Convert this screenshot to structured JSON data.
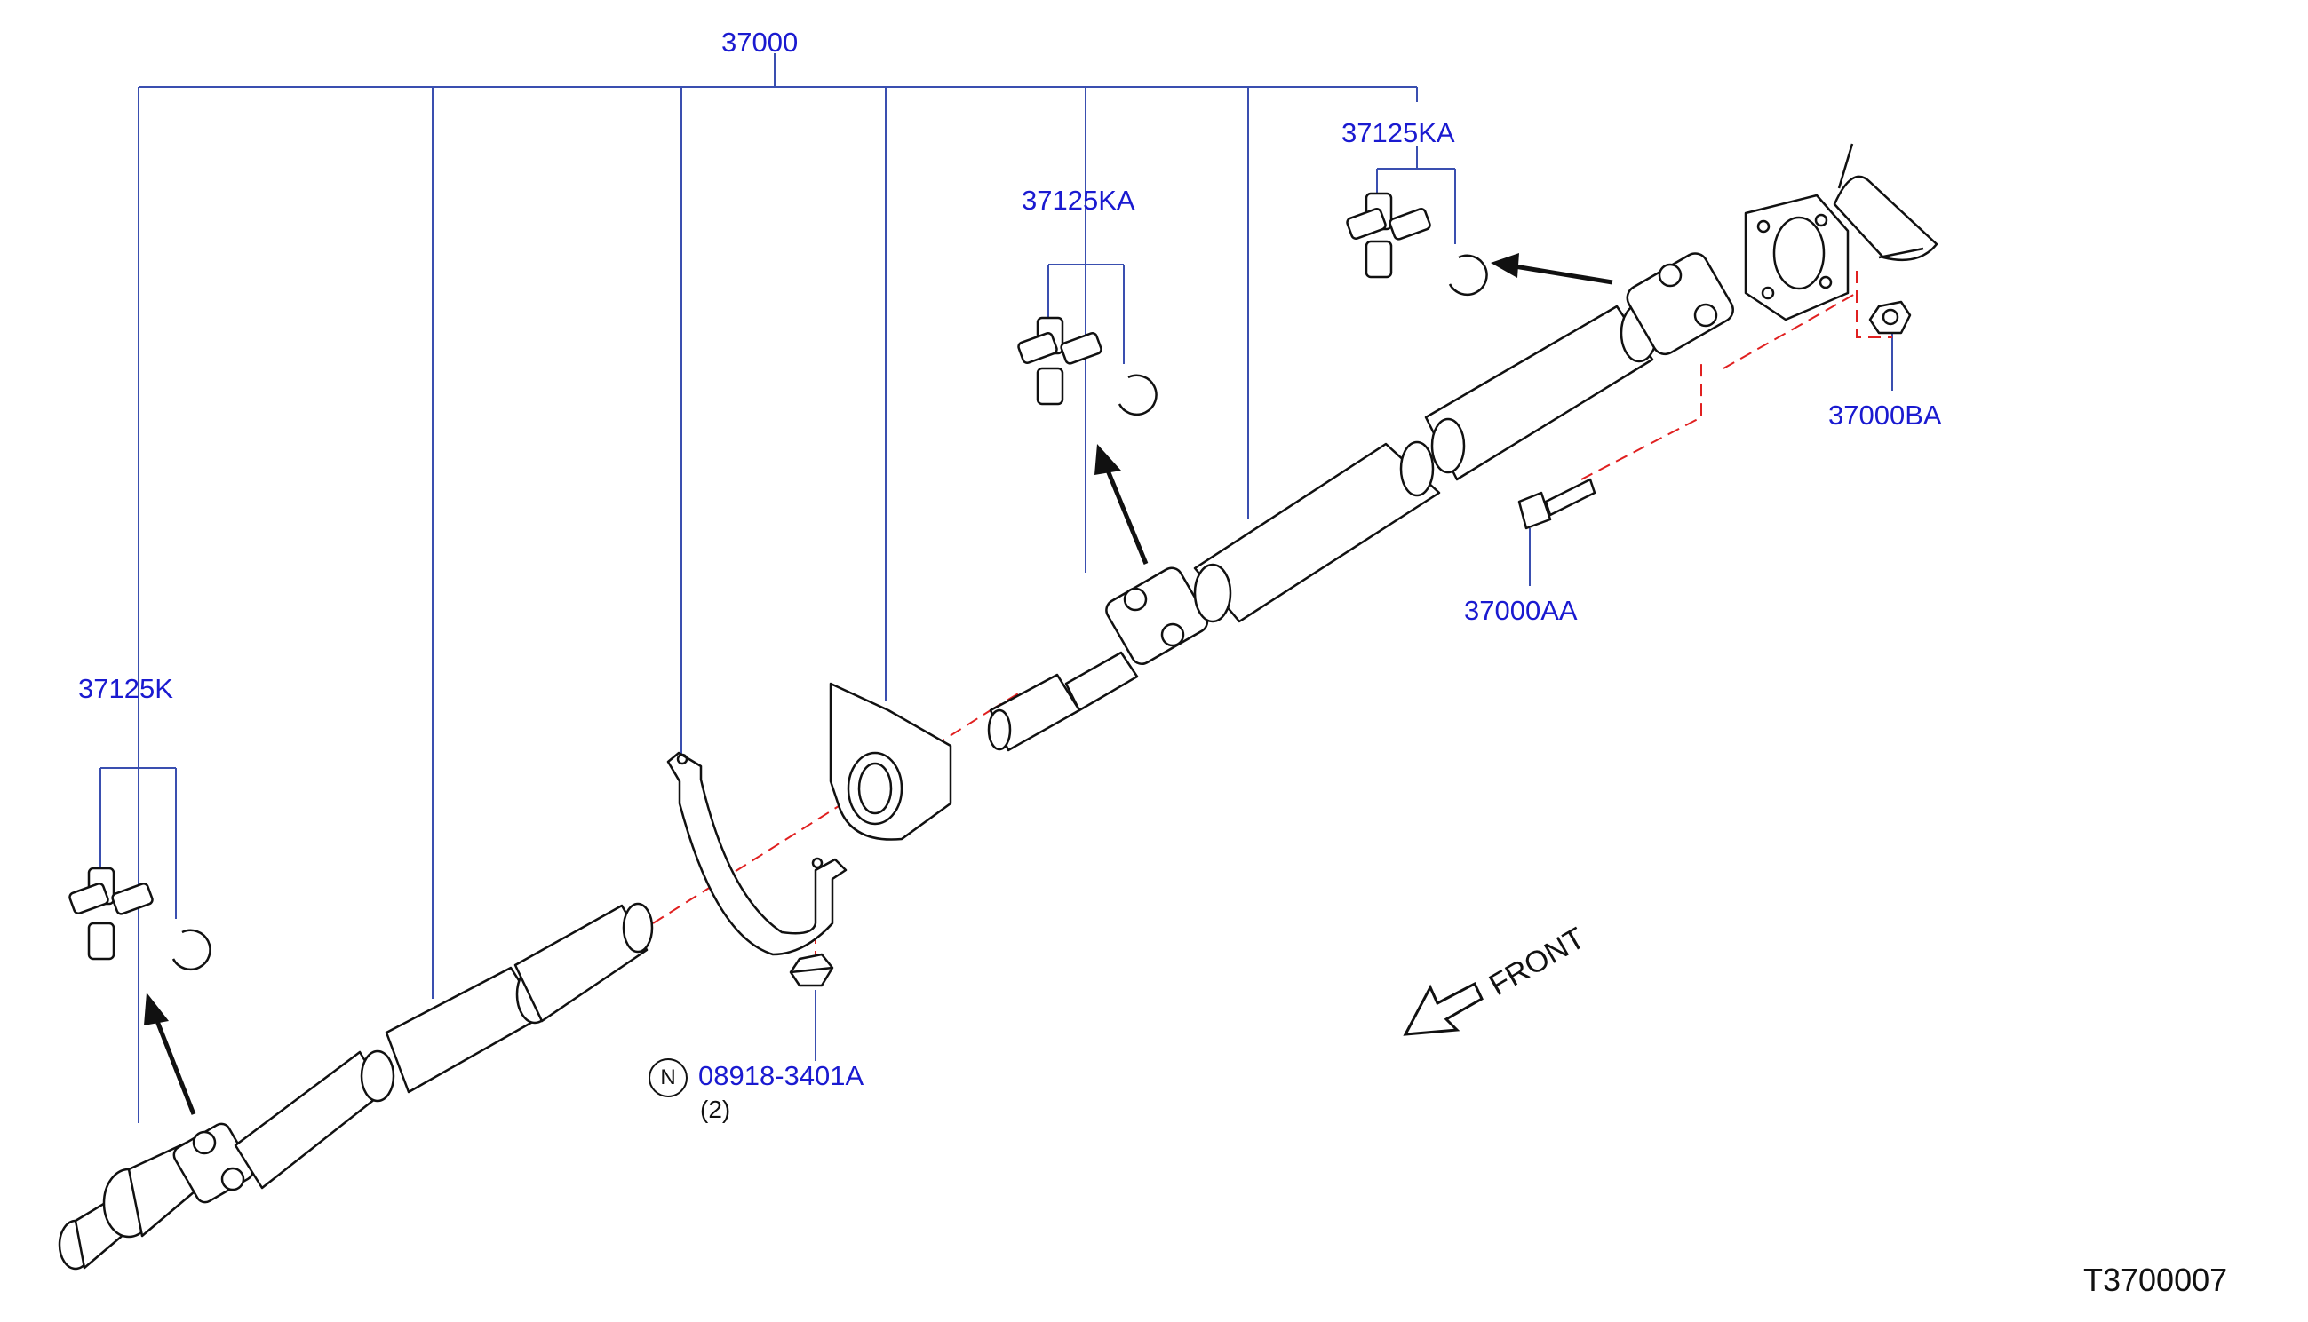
{
  "diagram": {
    "callouts": {
      "assembly": "37000",
      "joint_kit_right": "37125KA",
      "joint_kit_center": "37125KA",
      "joint_kit_left": "37125K",
      "bolt": "37000AA",
      "nut_flange": "37000BA",
      "nut_bearing": "08918-3401A",
      "nut_bearing_qty": "(2)"
    },
    "n_marker": "N",
    "front_label": "FRONT",
    "figure_code": "T3700007"
  },
  "colors": {
    "callout": "#1a1ad0",
    "leader": "#3a4fb0",
    "part": "#111111",
    "dash": "#e02020"
  }
}
